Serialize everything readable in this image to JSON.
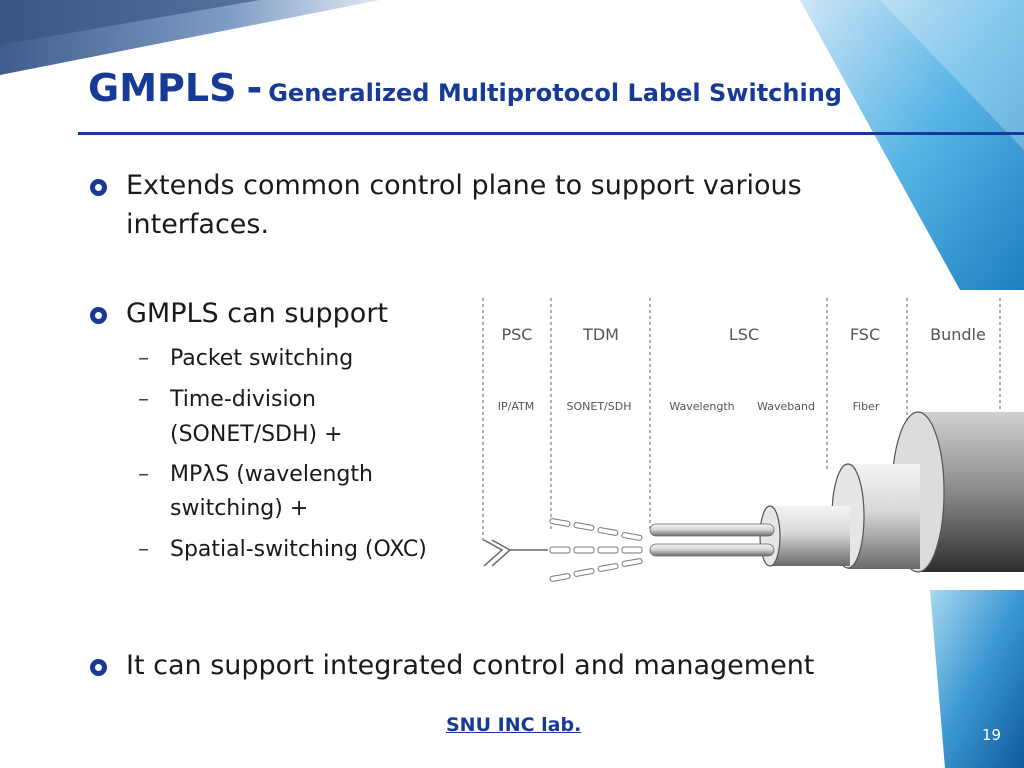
{
  "slide": {
    "title_main": "GMPLS",
    "title_separator": "-",
    "title_sub": "Generalized Multiprotocol Label Switching",
    "bullets": [
      {
        "text": "Extends common control plane to support various interfaces."
      },
      {
        "text": "GMPLS can support"
      },
      {
        "text": "It can support integrated control and management"
      }
    ],
    "sub_bullets": [
      {
        "text_lines": [
          "Packet switching"
        ]
      },
      {
        "text_lines": [
          "Time-division",
          "(SONET/SDH) +"
        ]
      },
      {
        "text_lines": [
          "MPλS (wavelength",
          "switching) +"
        ]
      },
      {
        "text_lines": [
          "Spatial-switching (OXC)"
        ]
      }
    ],
    "sub_dash": "–",
    "footer": "SNU INC lab.",
    "page_number": "19"
  },
  "diagram": {
    "columns": [
      {
        "header": "PSC",
        "sublabels": [
          "IP/ATM"
        ]
      },
      {
        "header": "TDM",
        "sublabels": [
          "SONET/SDH"
        ]
      },
      {
        "header": "LSC",
        "sublabels": [
          "Wavelength",
          "Waveband"
        ]
      },
      {
        "header": "FSC",
        "sublabels": [
          "Fiber"
        ]
      },
      {
        "header": "Bundle",
        "sublabels": []
      }
    ]
  },
  "colors": {
    "title": "#163a96",
    "bullet": "#163a96",
    "text": "#1a1a1a",
    "background_accent": "#2f6fb0"
  }
}
